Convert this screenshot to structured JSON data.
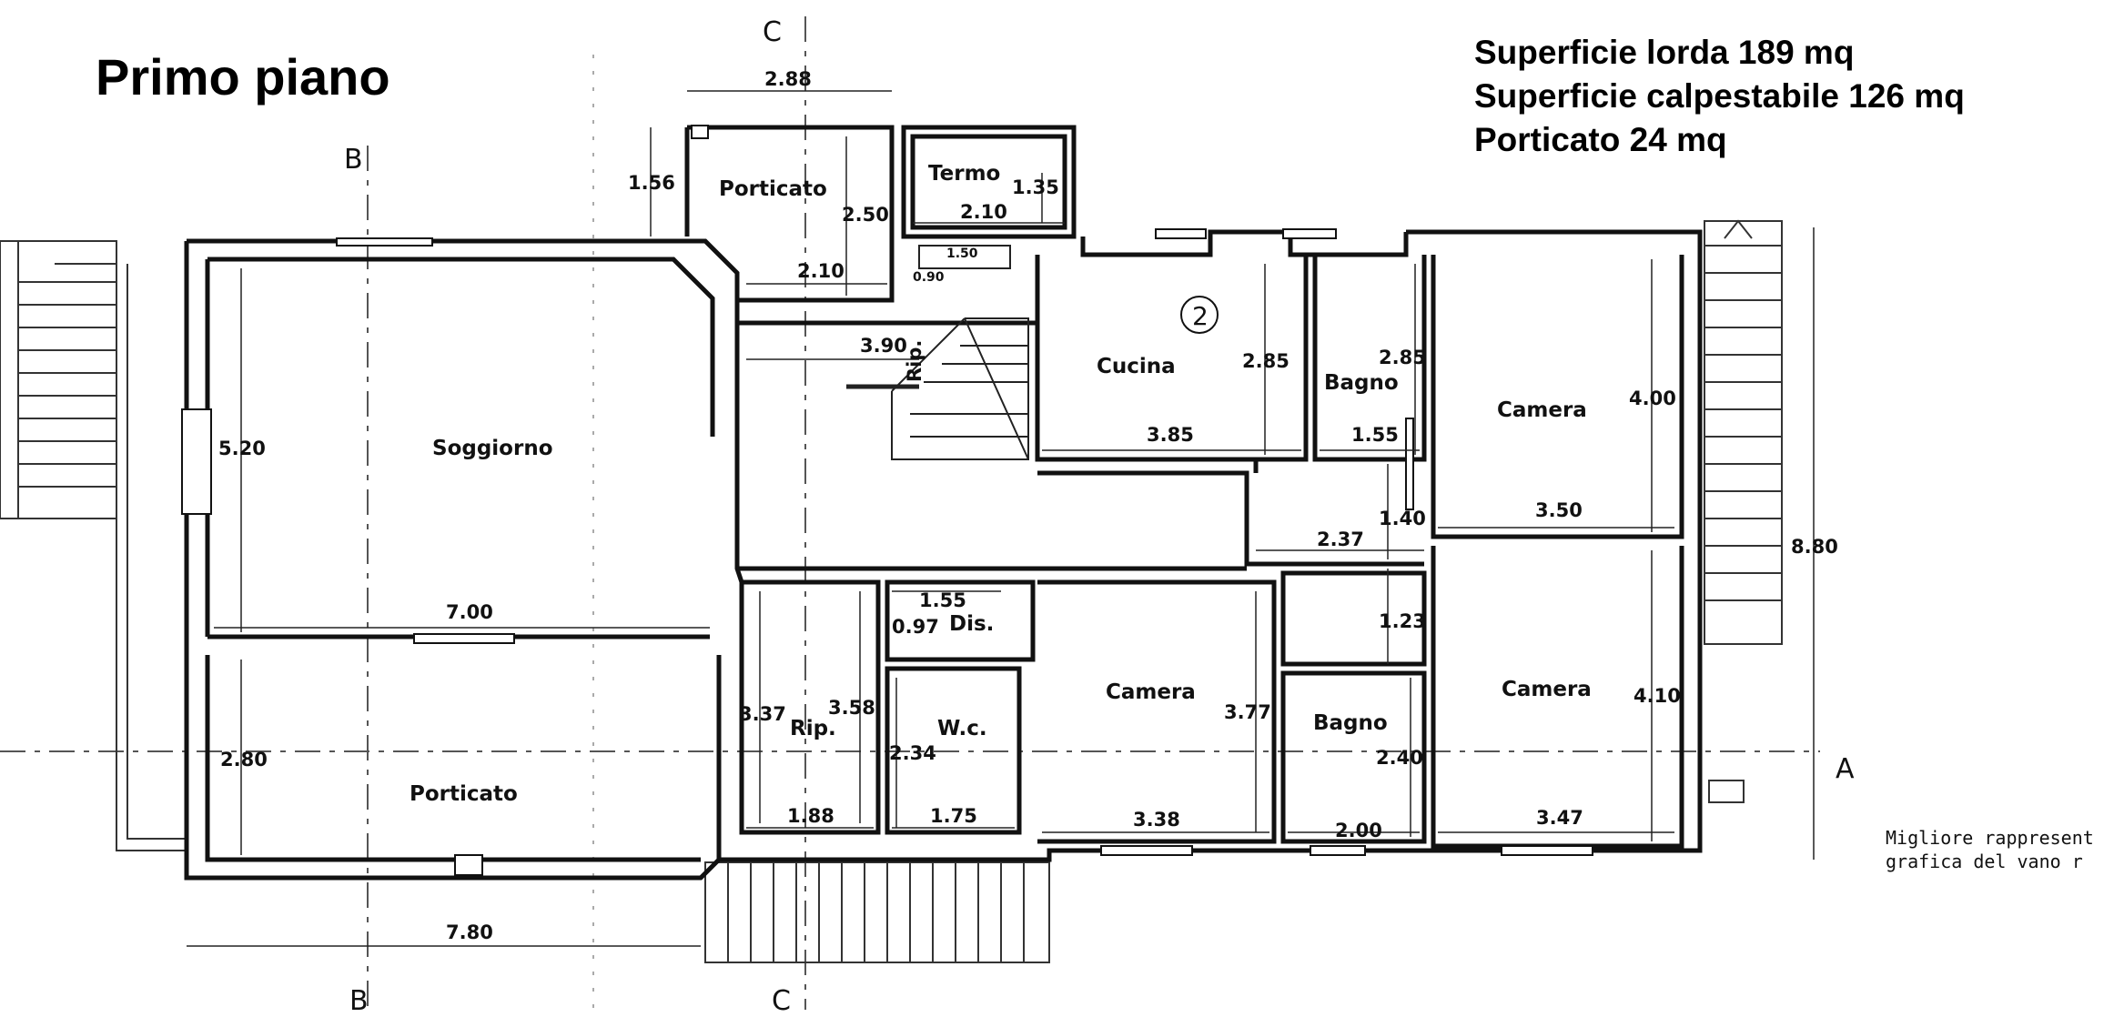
{
  "header": {
    "title": "Primo piano"
  },
  "stats": [
    "Superficie lorda 189 mq",
    "Superficie calpestabile 126 mq",
    "Porticato 24 mq"
  ],
  "rooms": {
    "porticato_top": "Porticato",
    "termo": "Termo",
    "soggiorno": "Soggiorno",
    "cucina": "Cucina",
    "bagno_top": "Bagno",
    "camera_top_right": "Camera",
    "rip_stairs": "Rip.",
    "rip_lower": "Rip.",
    "dis": "Dis.",
    "wc": "W.c.",
    "camera_mid": "Camera",
    "bagno_low": "Bagno",
    "camera_low_right": "Camera",
    "porticato_low": "Porticato"
  },
  "unit_marker": "2",
  "dimensions": {
    "porticato_top_width": "2.88",
    "porticato_top_depth": "1.56",
    "porticato_top_height": "2.50",
    "porticato_top_inner": "2.10",
    "termo_height": "1.35",
    "termo_width": "2.10",
    "step_150": "1.50",
    "step_090": "0.90",
    "landing_390": "3.90",
    "soggiorno_height": "5.20",
    "soggiorno_width": "7.00",
    "cucina_height": "2.85",
    "cucina_width": "3.85",
    "bagno_top_height": "2.85",
    "bagno_top_width": "1.55",
    "camera_top_height": "4.00",
    "camera_top_width": "3.50",
    "corridor_140": "1.40",
    "corridor_237": "2.37",
    "overall_height": "8.80",
    "dis_width": "1.55",
    "dis_height": "0.97",
    "hall_123": "1.23",
    "rip_height_337": "3.37",
    "rip_height_358": "3.58",
    "rip_width": "1.88",
    "wc_height": "2.34",
    "wc_width": "1.75",
    "camera_mid_height": "3.77",
    "camera_mid_width": "3.38",
    "bagno_low_height": "2.40",
    "bagno_low_width": "2.00",
    "camera_low_height": "4.10",
    "camera_low_width": "3.47",
    "porticato_low_height": "2.80",
    "overall_width": "7.80"
  },
  "sections": {
    "a_right": "A",
    "b_top": "B",
    "b_bottom": "B",
    "c_top": "C",
    "c_bottom": "C"
  },
  "note": [
    "Migliore rappresent",
    "grafica del vano r"
  ],
  "colors": {
    "ink": "#111111",
    "grid": "#555555",
    "background": "#ffffff"
  }
}
